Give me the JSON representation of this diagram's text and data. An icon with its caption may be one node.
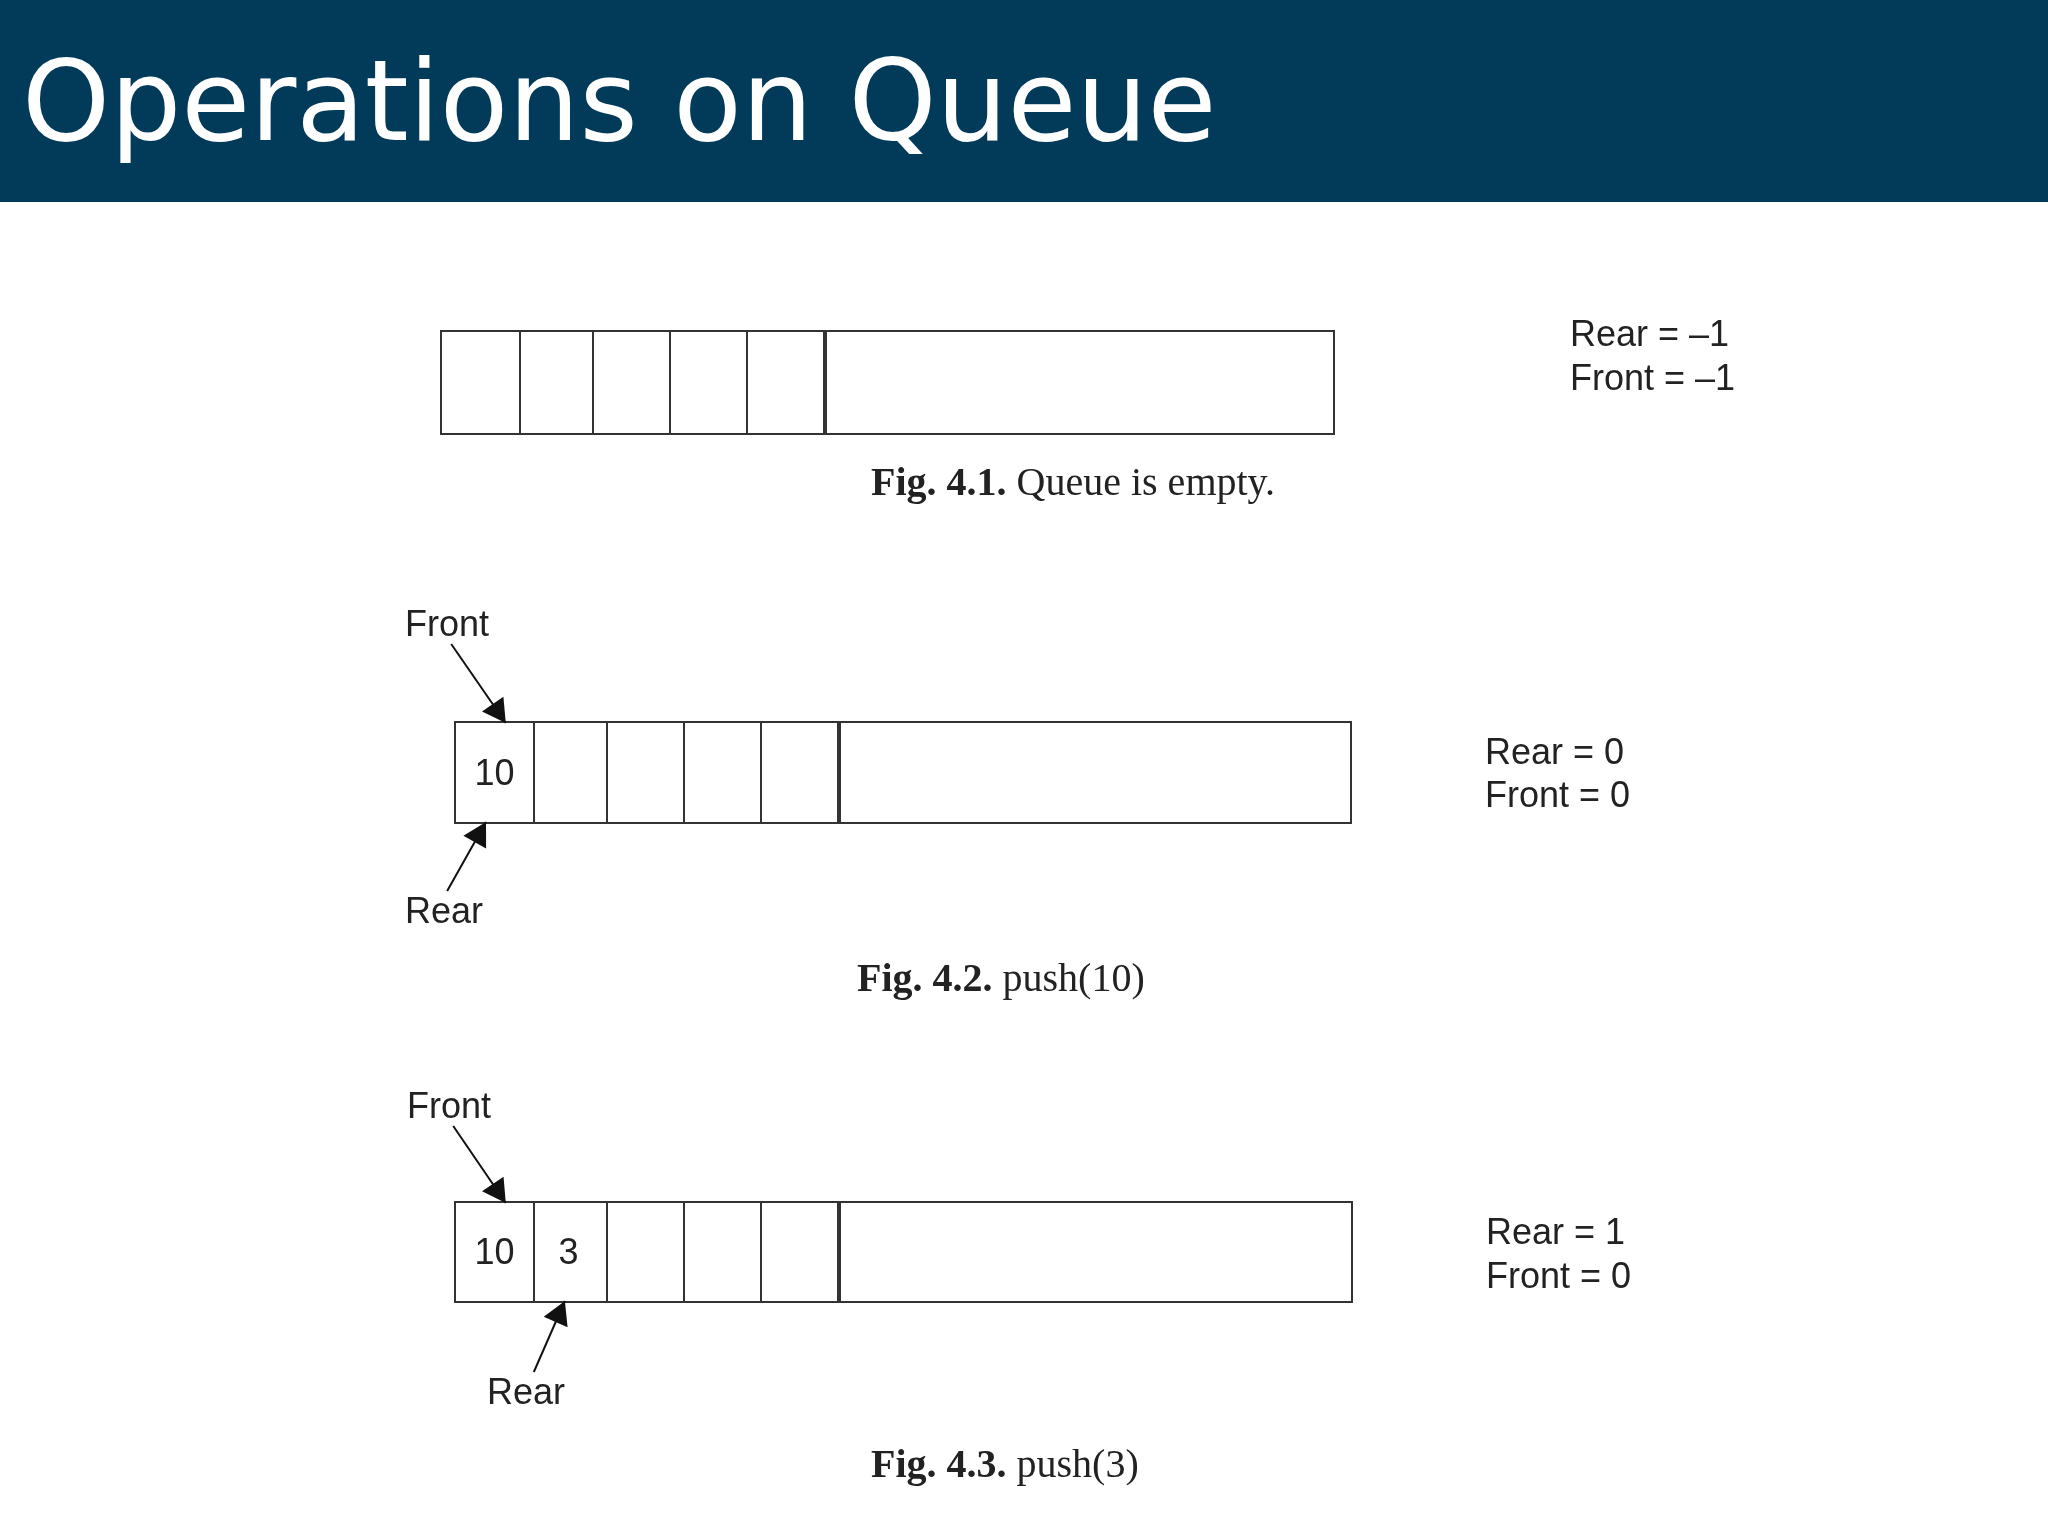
{
  "diagram": {
    "title": "Operations on Queue",
    "nodes": [
      {
        "text": [],
        "shape": "box"
      },
      {
        "text": [],
        "shape": "box",
        "in": 0
      },
      {
        "text": [],
        "shape": "box",
        "in": 0
      },
      {
        "text": [],
        "shape": "box",
        "in": 0
      },
      {
        "text": [],
        "shape": "box",
        "in": 0
      },
      {
        "text": [],
        "shape": "box",
        "in": 0
      },
      {
        "text": [],
        "shape": "box",
        "in": 0
      },
      {
        "text": [
          "Front"
        ]
      },
      {
        "text": [],
        "shape": "box"
      },
      {
        "text": [
          "10"
        ],
        "in": 8
      },
      {
        "text": [],
        "shape": "box",
        "in": 8
      },
      {
        "text": [],
        "shape": "box",
        "in": 8
      },
      {
        "text": [],
        "shape": "box",
        "in": 8
      },
      {
        "text": [],
        "shape": "box",
        "in": 8
      },
      {
        "text": [],
        "shape": "box",
        "in": 8
      },
      {
        "text": [
          "Rear"
        ]
      },
      {
        "text": [
          "Front"
        ]
      },
      {
        "text": [],
        "shape": "box"
      },
      {
        "text": [
          "10"
        ],
        "in": 17
      },
      {
        "text": [
          "3"
        ],
        "in": 17
      },
      {
        "text": [],
        "shape": "box",
        "in": 17
      },
      {
        "text": [],
        "shape": "box",
        "in": 17
      },
      {
        "text": [],
        "shape": "box",
        "in": 17
      },
      {
        "text": [],
        "shape": "box",
        "in": 17
      },
      {
        "text": [
          "Rear"
        ]
      }
    ],
    "edges": [
      {
        "from": 7,
        "to": 9,
        "arrow": "to"
      },
      {
        "from": 15,
        "to": 9,
        "arrow": "to"
      },
      {
        "from": 16,
        "to": 18,
        "arrow": "to"
      },
      {
        "from": 24,
        "to": 19,
        "arrow": "to"
      }
    ],
    "labels": [
      "Rear = –1",
      "Front = –1",
      "**Fig. 4.1.** Queue is empty.",
      "Rear = 0",
      "Front = 0",
      "**Fig. 4.2.** push(10)",
      "Rear = 1",
      "Front = 0",
      "**Fig. 4.3.** push(3)"
    ]
  }
}
